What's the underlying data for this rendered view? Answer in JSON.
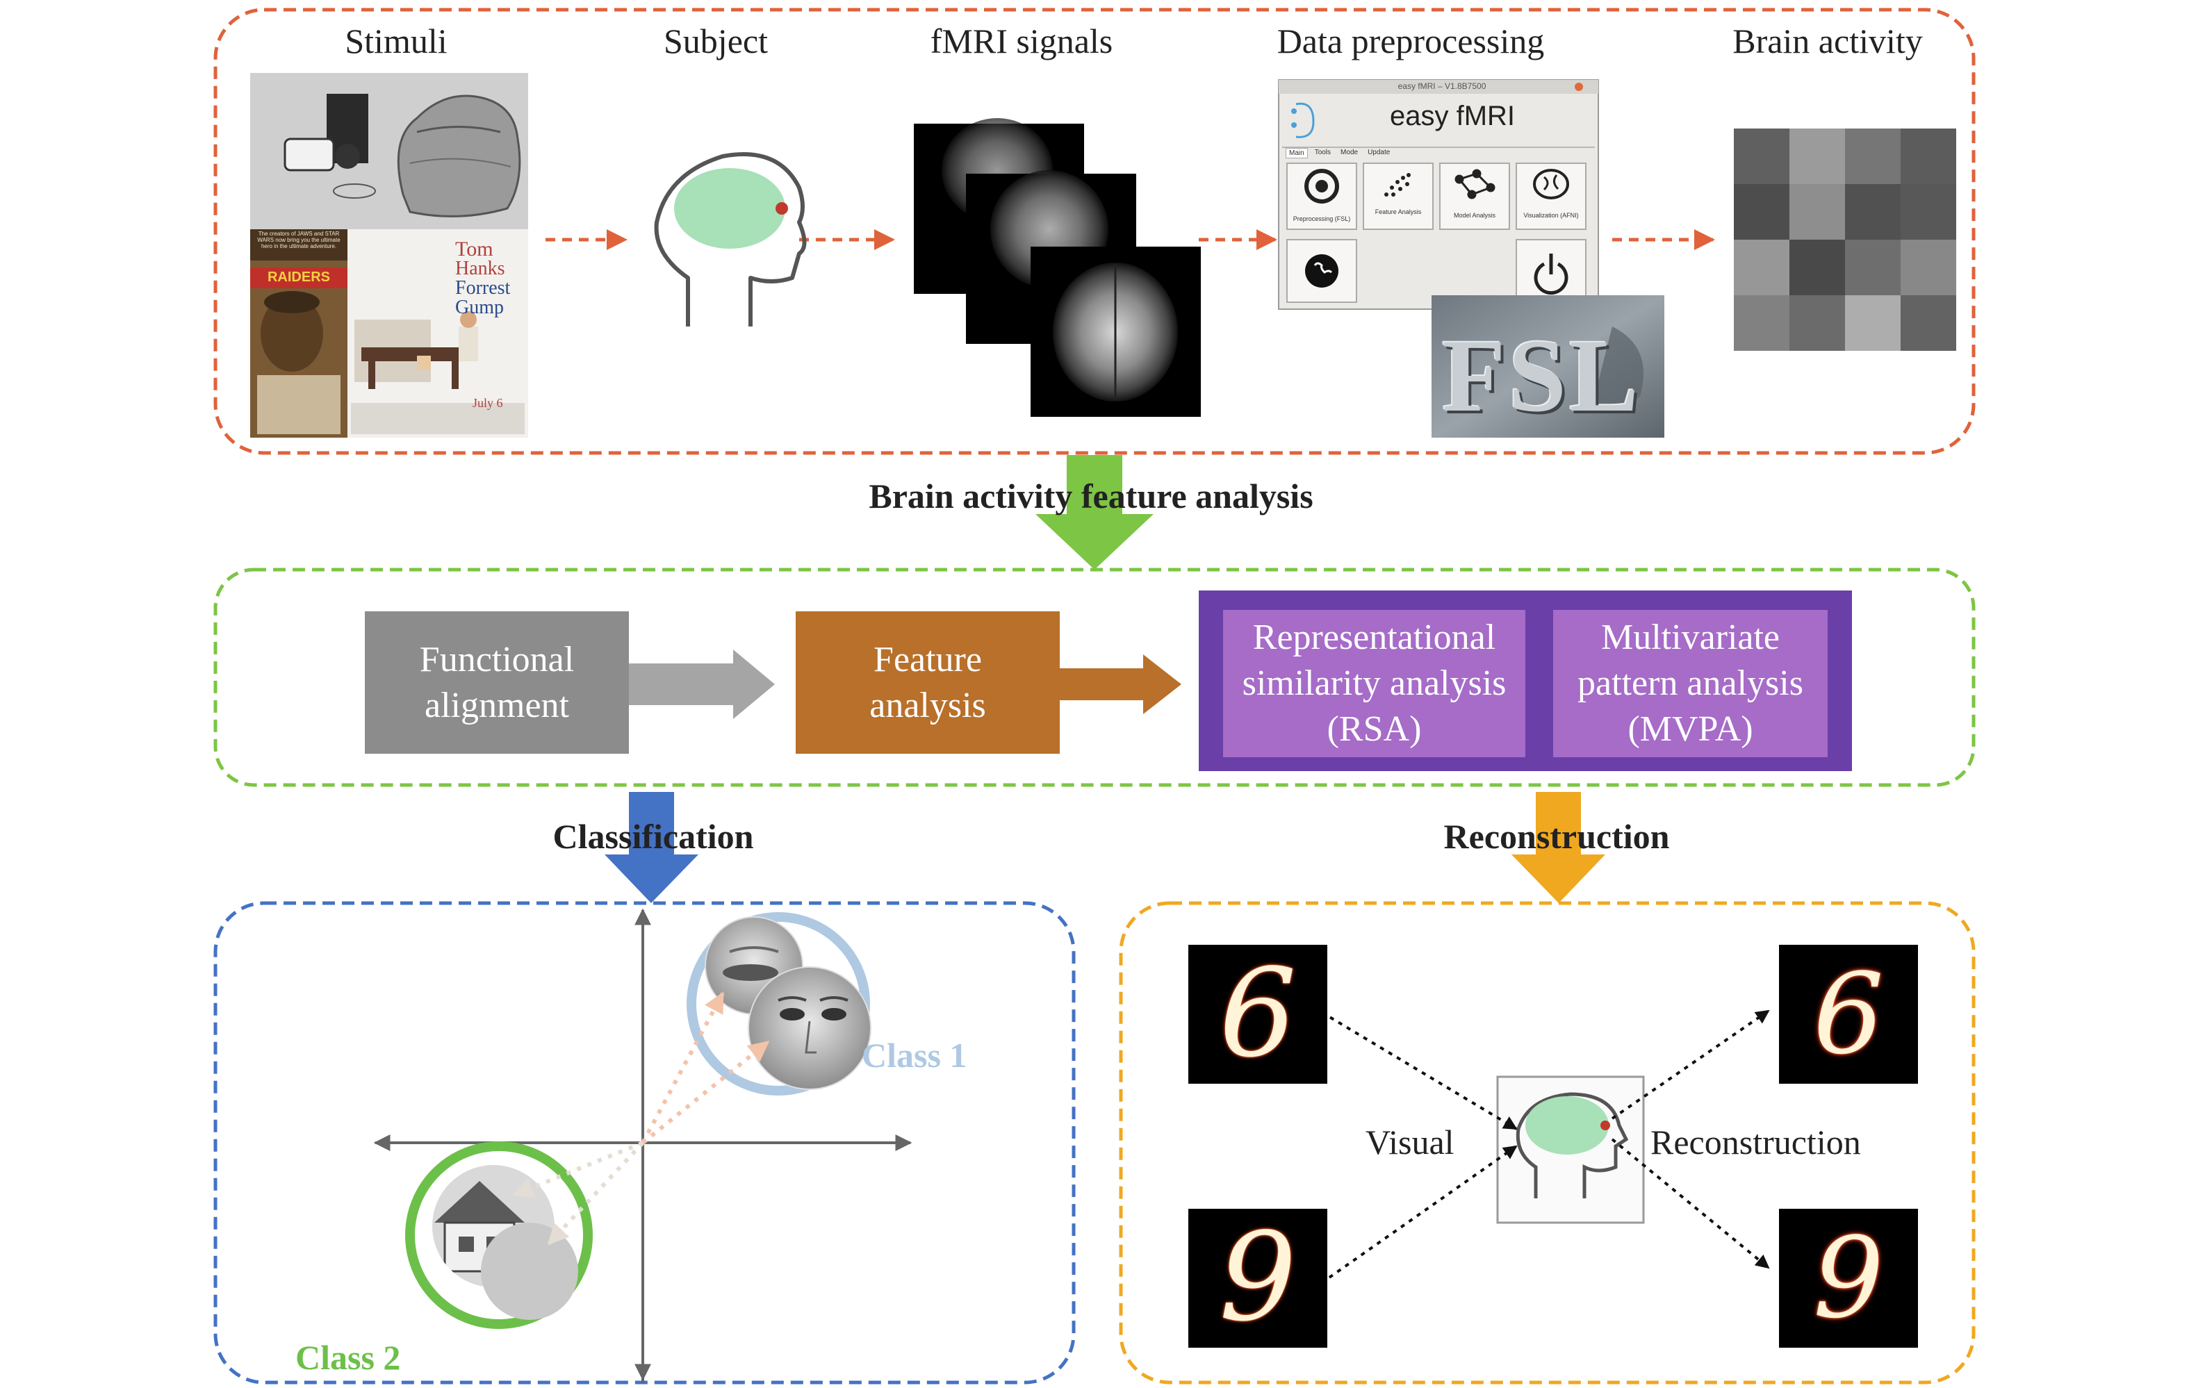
{
  "pipeline": {
    "stimuli": "Stimuli",
    "subject": "Subject",
    "fmri": "fMRI signals",
    "preprocessing": "Data preprocessing",
    "brain_activity": "Brain activity"
  },
  "easy_fmri": {
    "window_title": "easy fMRI – V1.8B7500",
    "title": "easy fMRI",
    "tabs": [
      "Main",
      "Tools",
      "Mode",
      "Update"
    ],
    "buttons": [
      "Preprocessing (FSL)",
      "Feature Analysis",
      "Model Analysis",
      "Visualization (AFNI)"
    ]
  },
  "fsl_logo": "FSL",
  "posters": {
    "raiders_tag": "The creators of JAWS and STAR WARS now bring you the ultimate hero in the ultimate adventure.",
    "raiders_title": "RAIDERS",
    "gump_line1": "Tom",
    "gump_line2": "Hanks",
    "gump_line3": "Forrest",
    "gump_line4": "Gump",
    "gump_date": "July 6"
  },
  "section_title": "Brain activity feature analysis",
  "analysis": {
    "functional_alignment": [
      "Functional",
      "alignment"
    ],
    "feature_analysis": [
      "Feature",
      "analysis"
    ],
    "rsa": [
      "Representational",
      "similarity analysis",
      "(RSA)"
    ],
    "mvpa": [
      "Multivariate",
      "pattern analysis",
      "(MVPA)"
    ]
  },
  "classification": {
    "title": "Classification",
    "class1": "Class 1",
    "class2": "Class 2"
  },
  "reconstruction": {
    "title": "Reconstruction",
    "visual_label": "Visual",
    "reconstruction_label": "Reconstruction",
    "digit_top": "6",
    "digit_bottom": "9"
  },
  "colors": {
    "orange": "#E0623A",
    "green": "#7DC544",
    "blue": "#4472C4",
    "yellow": "#F0A820",
    "gray_box": "#8C8C8C",
    "feature_box": "#B8702A",
    "purple_outer": "#6A3FA8",
    "purple_inner": "#A66CC8"
  },
  "brain_activity_grid": [
    [
      0.3,
      0.62,
      0.42,
      0.28
    ],
    [
      0.2,
      0.55,
      0.22,
      0.26
    ],
    [
      0.6,
      0.18,
      0.38,
      0.52
    ],
    [
      0.48,
      0.36,
      0.72,
      0.32
    ]
  ]
}
